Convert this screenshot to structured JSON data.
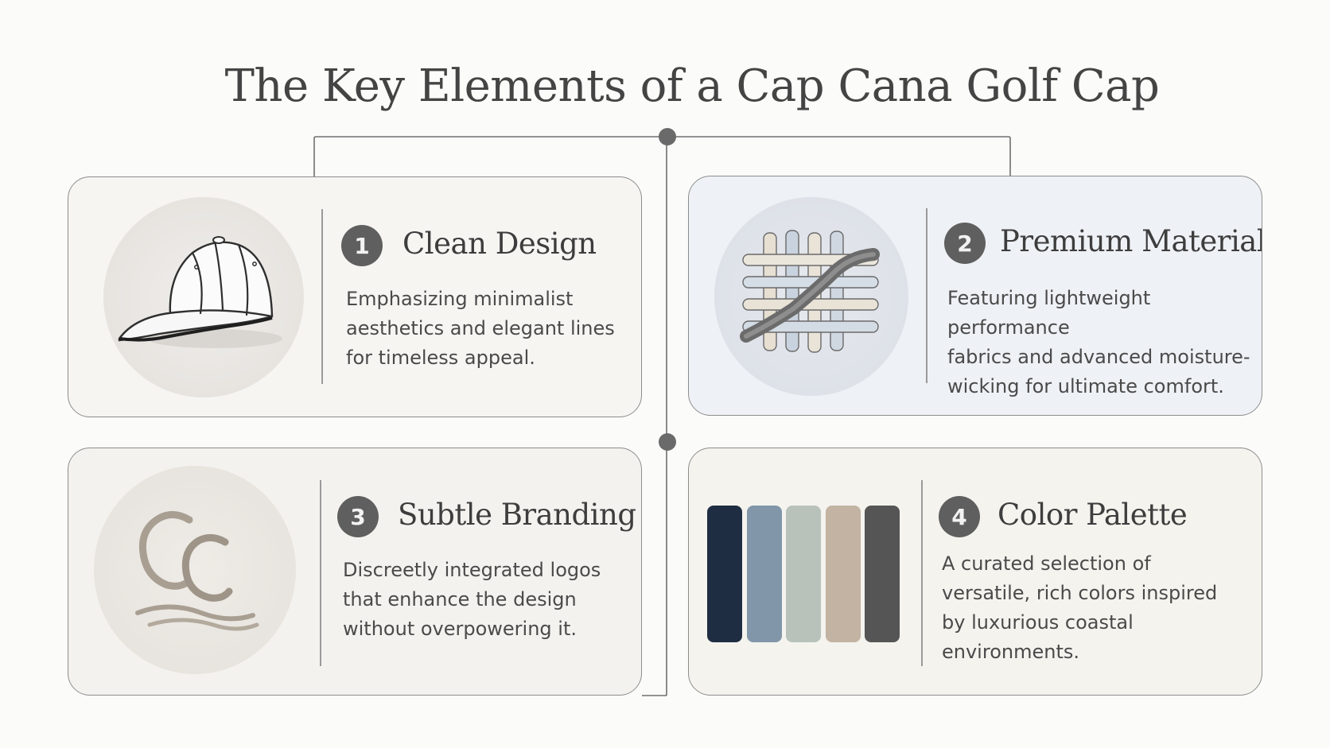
{
  "title": "The Key Elements of a Cap Cana Golf Cap",
  "colors": {
    "line": "#6f6f6f",
    "badge": "#5f5f5f",
    "card_border": "#8d8d8d"
  },
  "elements": [
    {
      "number": "1",
      "heading": "Clean Design",
      "description": "Emphasizing minimalist\naesthetics and elegant lines\nfor timeless appeal.",
      "icon": "baseball-cap-icon"
    },
    {
      "number": "2",
      "heading": "Premium Materials",
      "description": "Featuring lightweight performance\nfabrics and advanced moisture-\nwicking for ultimate comfort.",
      "icon": "woven-fabric-icon"
    },
    {
      "number": "3",
      "heading": "Subtle Branding",
      "description": "Discreetly integrated logos\nthat enhance the design\nwithout overpowering it.",
      "icon": "cc-monogram-logo-icon"
    },
    {
      "number": "4",
      "heading": "Color Palette",
      "description": "A curated selection of\nversatile, rich colors inspired\nby luxurious coastal\nenvironments.",
      "icon": "color-swatches-icon"
    }
  ],
  "palette_swatches": [
    {
      "name": "navy",
      "color": "#1f2d42"
    },
    {
      "name": "slate-blue",
      "color": "#8196a9"
    },
    {
      "name": "sage",
      "color": "#b8c2bb"
    },
    {
      "name": "sand",
      "color": "#c2b3a2"
    },
    {
      "name": "charcoal",
      "color": "#555555"
    }
  ]
}
